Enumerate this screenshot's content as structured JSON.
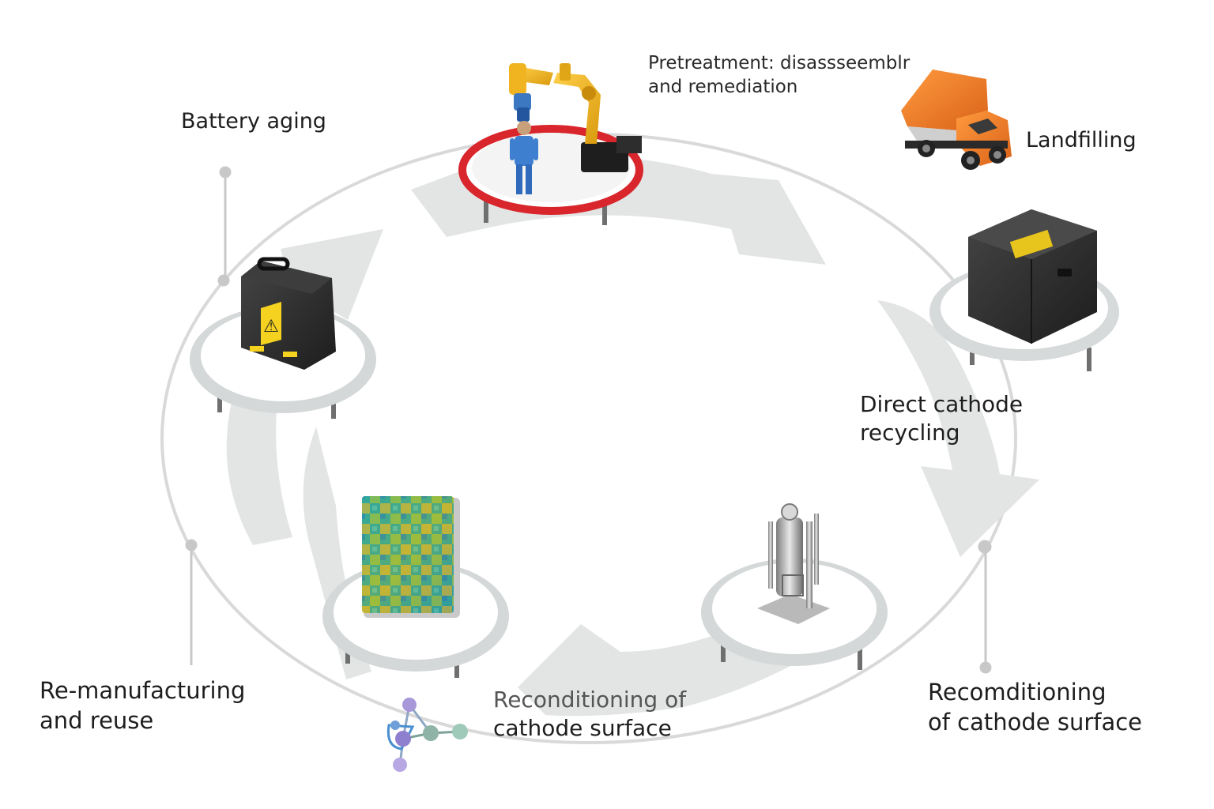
{
  "labels": {
    "battery_aging": "Battery aging",
    "pretreatment_line1": "Pretreatment: disassseemblr",
    "pretreatment_line2": "and remediation",
    "landfilling": "Landfilling",
    "direct_line1": "Direct cathode",
    "direct_line2": "recycling",
    "recondition_right_line1": "Recomditioning",
    "recondition_right_line2": "of cathode surface",
    "recondition_center_line1": "Reconditioning of",
    "recondition_center_line2": "cathode surface",
    "remanufacturing_line1": "Re-manufacturing",
    "remanufacturing_line2": "and reuse"
  },
  "warning_sign": "⚠",
  "colors": {
    "ring": "#d6d6d6",
    "arrow": "#e2e4e4",
    "platform_edge": "#cfd3d3",
    "platform_top": "#f7f7f7",
    "robot": "#f2b51c",
    "red_ring": "#d8262c",
    "truck": "#f07d22",
    "battery": "#2b2b2b",
    "hazard": "#f4d21f",
    "molecule": "#9b8cd6"
  },
  "icons": [
    "robot-arm-icon",
    "worker-icon",
    "dump-truck-icon",
    "battery-box-icon",
    "battery-pack-icon",
    "reactor-icon",
    "cathode-panel-icon",
    "molecule-icon"
  ]
}
